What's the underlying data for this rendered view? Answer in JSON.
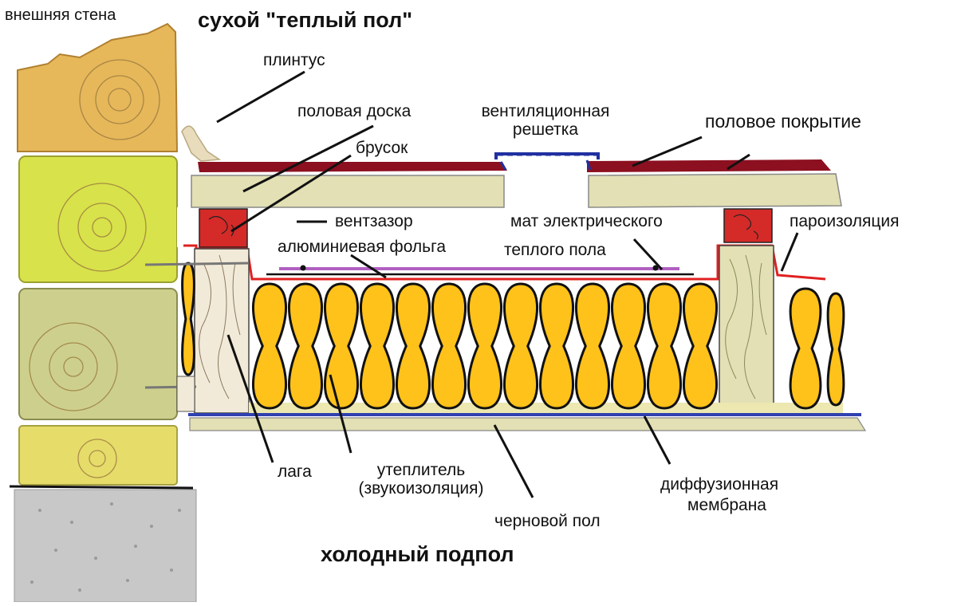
{
  "title": "сухой \"теплый пол\"",
  "bottom_label": "холодный подпол",
  "colors": {
    "wall_block_dark": "#e6b85a",
    "wall_block_green": "#d8e24a",
    "wall_block_olive": "#cdd08c",
    "wall_block_yellow": "#e6dc6a",
    "concrete": "#c8c8c8",
    "floor_cover": "#8c1020",
    "board": "#e2e0b4",
    "joist": "#f2ead8",
    "timber_red": "#d42a28",
    "insulation": "#ffc21a",
    "vapor_barrier": "#e02020",
    "heating_mat": "#b060c0",
    "membrane": "#3040b0",
    "vent_grille": "#2030a0"
  },
  "labels": {
    "outer_wall": "внешняя стена",
    "skirting": "плинтус",
    "floor_board": "половая доска",
    "vent_grille_line1": "вентиляционная",
    "vent_grille_line2": "решетка",
    "floor_covering": "половое покрытие",
    "bar": "брусок",
    "vent_gap": "вентзазор",
    "heating_mat_line1": "мат электрического",
    "heating_mat_line2": "теплого пола",
    "vapor_barrier": "пароизоляция",
    "aluminum_foil": "алюминиевая фольга",
    "joist": "лага",
    "insulation_line1": "утеплитель",
    "insulation_line2": "(звукоизоляция)",
    "subfloor": "черновой пол",
    "membrane_line1": "диффузионная",
    "membrane_line2": "мембрана"
  }
}
